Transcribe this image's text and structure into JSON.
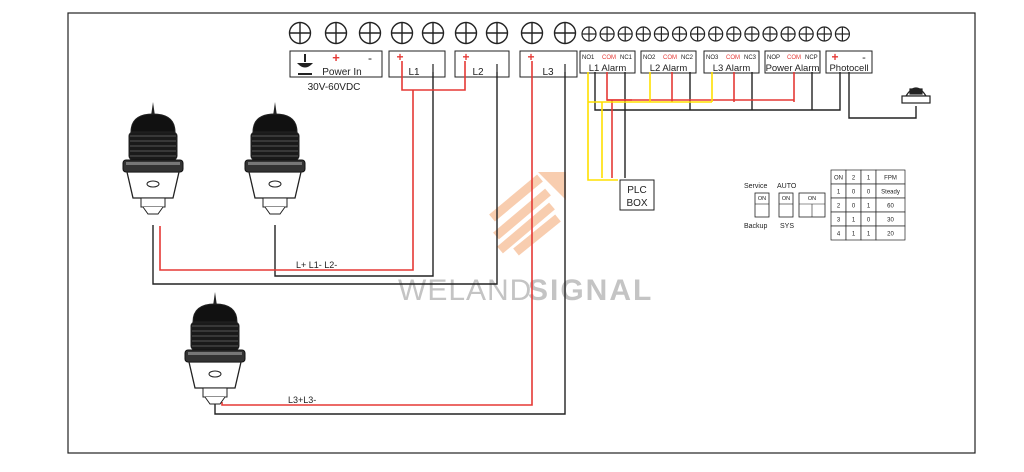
{
  "power_block": {
    "plus": "+",
    "minus": "-",
    "label": "Power In",
    "voltage": "30V-60VDC"
  },
  "outputs": [
    {
      "plus": "+",
      "label": "L1"
    },
    {
      "plus": "+",
      "label": "L2"
    },
    {
      "plus": "+",
      "label": "L3"
    }
  ],
  "alarms": [
    {
      "no": "NO1",
      "com": "COM",
      "nc": "NC1",
      "label": "L1 Alarm"
    },
    {
      "no": "NO2",
      "com": "COM",
      "nc": "NC2",
      "label": "L2 Alarm"
    },
    {
      "no": "NO3",
      "com": "COM",
      "nc": "NC3",
      "label": "L3 Alarm"
    },
    {
      "no": "NOP",
      "com": "COM",
      "nc": "NCP",
      "label": "Power Alarm"
    }
  ],
  "photocell": {
    "plus": "+",
    "minus": "-",
    "label": "Photocell"
  },
  "plc": {
    "line1": "PLC",
    "line2": "BOX"
  },
  "wire_labels": {
    "group12": "L+ L1- L2-",
    "group3": "L3+L3-"
  },
  "switches": {
    "service": "Service",
    "backup": "Backup",
    "auto": "AUTO",
    "sys": "SYS",
    "on": "ON"
  },
  "fpm_table": {
    "header": [
      "ON",
      "2",
      "1",
      "FPM"
    ],
    "rows": [
      [
        "1",
        "0",
        "0",
        "Steady"
      ],
      [
        "2",
        "0",
        "1",
        "60"
      ],
      [
        "3",
        "1",
        "0",
        "30"
      ],
      [
        "4",
        "1",
        "1",
        "20"
      ]
    ]
  },
  "watermark": {
    "part1": "WELAND",
    "part2": "SIGNAL"
  },
  "colors": {
    "red": "#e53935",
    "yellow": "#ffe000",
    "black": "#222222",
    "watermark": "#f3a56f"
  },
  "icons": [
    "ground-icon",
    "screw-terminal-icon",
    "obstruction-light-icon",
    "photocell-sensor-icon"
  ]
}
